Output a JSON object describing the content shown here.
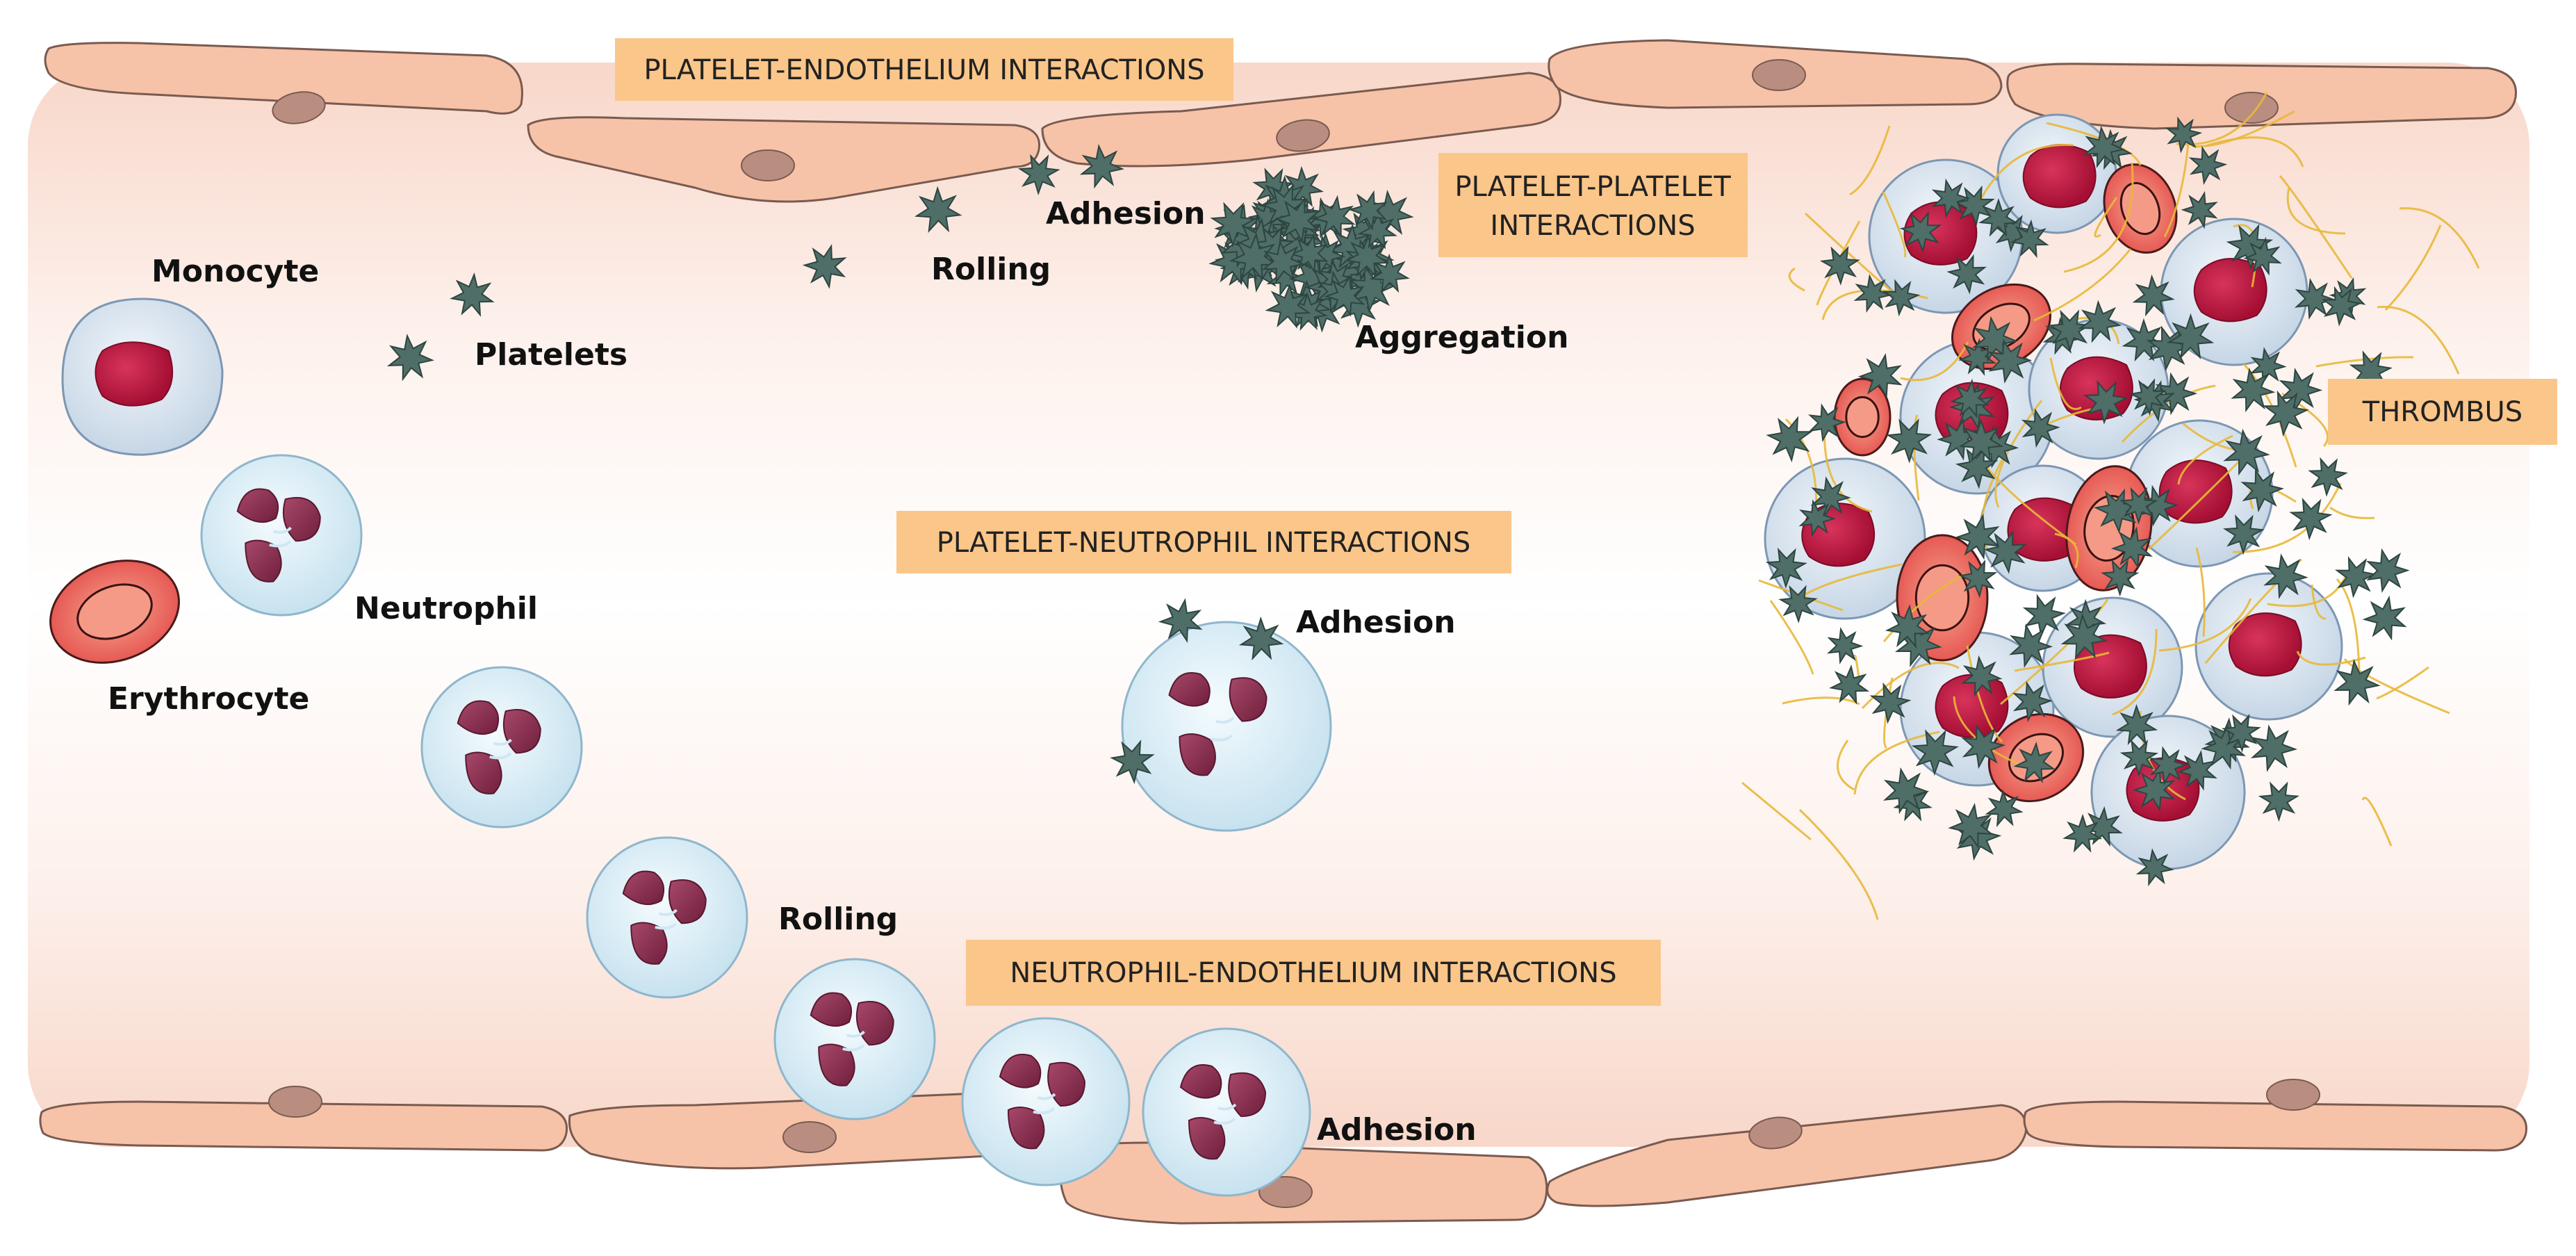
{
  "boxes": {
    "platelet_endothelium": "PLATELET-ENDOTHELIUM INTERACTIONS",
    "platelet_platelet_l1": "PLATELET-PLATELET",
    "platelet_platelet_l2": "INTERACTIONS",
    "platelet_neutrophil": "PLATELET-NEUTROPHIL INTERACTIONS",
    "neutrophil_endothelium": "NEUTROPHIL-ENDOTHELIUM INTERACTIONS",
    "thrombus": "THROMBUS"
  },
  "labels": {
    "monocyte": "Monocyte",
    "platelets": "Platelets",
    "neutrophil": "Neutrophil",
    "erythrocyte": "Erythrocyte",
    "rolling_platelet": "Rolling",
    "adhesion_platelet": "Adhesion",
    "aggregation": "Aggregation",
    "adhesion_neutrophil_platelet": "Adhesion",
    "rolling_neutrophil": "Rolling",
    "adhesion_endothelium": "Adhesion"
  },
  "colors": {
    "vessel_lumen": "#fcebe4",
    "endothelial_cell": "#f6c3a8",
    "endothelial_nucleus": "#b98e80",
    "platelet": "#4f6e68",
    "neutrophil_cytoplasm": "#d8ecf5",
    "neutrophil_nucleus": "#8c2f4e",
    "monocyte_nucleus": "#c41640",
    "erythrocyte": "#ee6a62",
    "fibrin": "#e8b838",
    "label_box": "#fbc68a"
  }
}
